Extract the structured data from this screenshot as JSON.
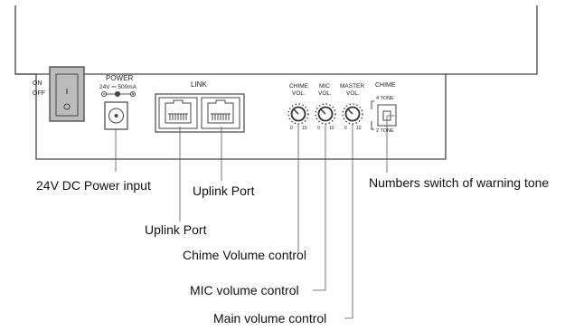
{
  "panel": {
    "switch_on": "ON",
    "switch_off": "OFF",
    "power_label": "POWER",
    "power_spec": "24V ⎓ 500mA",
    "link_label": "LINK",
    "chime_vol_line1": "CHIME",
    "chime_vol_line2": "VOL.",
    "mic_vol_line1": "MIC",
    "mic_vol_line2": "VOL.",
    "master_vol_line1": "MASTER",
    "master_vol_line2": "VOL.",
    "knob_min": "0",
    "knob_max": "10",
    "chime_switch_label": "CHIME",
    "tone_4": "4 TONE",
    "tone_2": "2 TONE"
  },
  "callouts": {
    "power_input": "24V DC Power input",
    "uplink_port_right": "Uplink Port",
    "uplink_port_left": "Uplink Port",
    "chime_volume": "Chime Volume control",
    "mic_volume": "MIC volume control",
    "main_volume": "Main volume control",
    "warning_tone": "Numbers switch of warning tone"
  },
  "colors": {
    "line": "#444444",
    "switch_fill": "#bbbbbb"
  }
}
